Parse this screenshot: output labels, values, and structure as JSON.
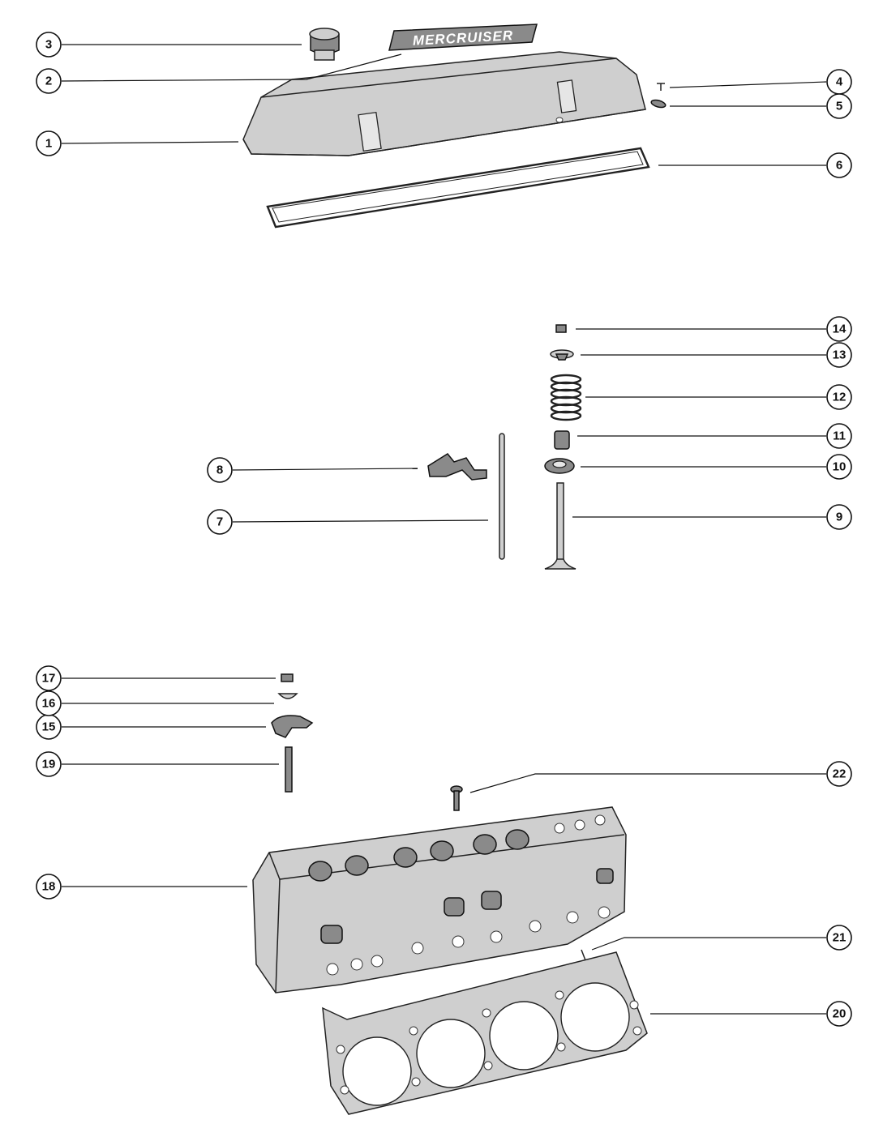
{
  "diagram": {
    "logo_text": "MERCRUISER",
    "callouts": [
      {
        "id": "c1",
        "label": "1"
      },
      {
        "id": "c2",
        "label": "2"
      },
      {
        "id": "c3",
        "label": "3"
      },
      {
        "id": "c4",
        "label": "4"
      },
      {
        "id": "c5",
        "label": "5"
      },
      {
        "id": "c6",
        "label": "6"
      },
      {
        "id": "c7",
        "label": "7"
      },
      {
        "id": "c8",
        "label": "8"
      },
      {
        "id": "c9",
        "label": "9"
      },
      {
        "id": "c10",
        "label": "10"
      },
      {
        "id": "c11",
        "label": "11"
      },
      {
        "id": "c12",
        "label": "12"
      },
      {
        "id": "c13",
        "label": "13"
      },
      {
        "id": "c14",
        "label": "14"
      },
      {
        "id": "c15",
        "label": "15"
      },
      {
        "id": "c16",
        "label": "16"
      },
      {
        "id": "c17",
        "label": "17"
      },
      {
        "id": "c18",
        "label": "18"
      },
      {
        "id": "c19",
        "label": "19"
      },
      {
        "id": "c20",
        "label": "20"
      },
      {
        "id": "c21",
        "label": "21"
      },
      {
        "id": "c22",
        "label": "22"
      }
    ]
  }
}
